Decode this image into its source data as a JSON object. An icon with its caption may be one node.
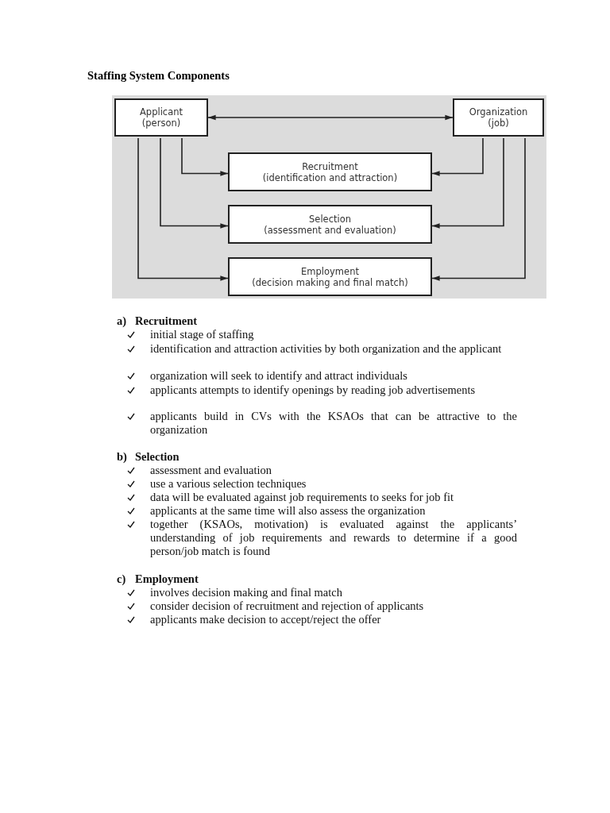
{
  "diagram": {
    "title": "Staffing System Components",
    "nodes": [
      {
        "text": [
          "Applicant",
          "(person)"
        ]
      },
      {
        "text": [
          "Organization",
          "(job)"
        ]
      },
      {
        "text": [
          "Recruitment",
          "(identification and attraction)"
        ]
      },
      {
        "text": [
          "Selection",
          "(assessment and evaluation)"
        ]
      },
      {
        "text": [
          "Employment",
          "(decision making and final match)"
        ]
      }
    ],
    "edges": [
      {
        "from": 0,
        "to": 1,
        "arrow": "both"
      },
      {
        "from": 0,
        "to": 2,
        "arrow": "to"
      },
      {
        "from": 0,
        "to": 3,
        "arrow": "to"
      },
      {
        "from": 0,
        "to": 4,
        "arrow": "to"
      },
      {
        "from": 1,
        "to": 2,
        "arrow": "to"
      },
      {
        "from": 1,
        "to": 3,
        "arrow": "to"
      },
      {
        "from": 1,
        "to": 4,
        "arrow": "to"
      }
    ],
    "labels": [
      "a)",
      "Recruitment",
      "initial stage of staffing",
      "identification and attraction activities by both organization and the applicant",
      "organization will seek to identify and attract individuals",
      "applicants attempts to identify openings by reading job advertisements",
      "applicants build in CVs with the KSAOs that can be attractive to the organization",
      "b)",
      "Selection",
      "assessment and evaluation",
      "use a various selection techniques",
      "data will be evaluated against job requirements to seeks for job fit",
      "applicants at the same time will also assess the organization",
      "together (KSAOs, motivation) is evaluated against the applicants’ understanding of job requirements and rewards to determine if a good person/job match is found",
      "c)",
      "Employment",
      "involves decision making and final match",
      "consider decision of recruitment and rejection of applicants",
      "applicants make decision to accept/reject the offer"
    ]
  }
}
